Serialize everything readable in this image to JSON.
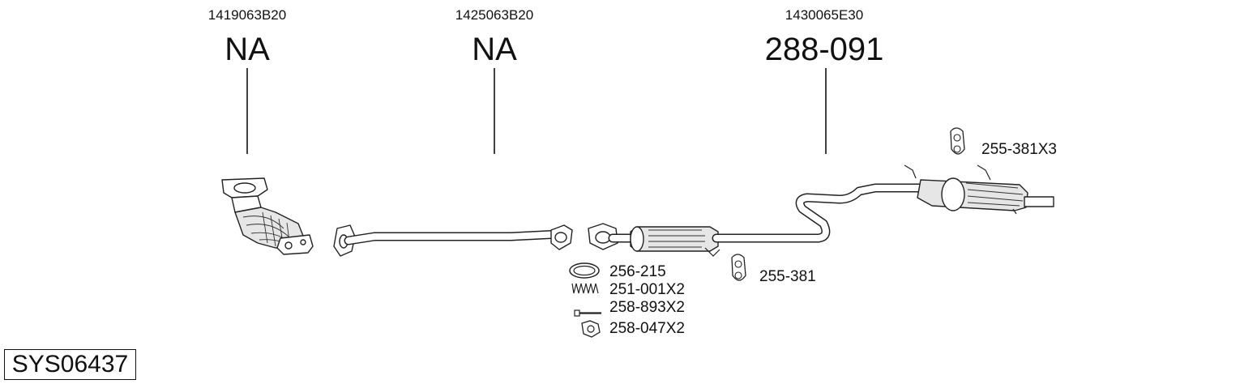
{
  "components": [
    {
      "id": "front-pipe",
      "ref_code": "1419063B20",
      "part_no": "NA"
    },
    {
      "id": "middle-pipe",
      "ref_code": "1425063B20",
      "part_no": "NA"
    },
    {
      "id": "rear-silencer",
      "ref_code": "1430065E30",
      "part_no": "288-091"
    }
  ],
  "accessories": [
    {
      "id": "gasket",
      "label": "256-215",
      "icon": "ring-gasket-icon"
    },
    {
      "id": "spring",
      "label": "251-001X2",
      "icon": "spring-icon"
    },
    {
      "id": "bolt",
      "label": "258-893X2",
      "icon": "bolt-icon"
    },
    {
      "id": "nut",
      "label": "258-047X2",
      "icon": "flange-nut-icon"
    },
    {
      "id": "hanger-mid",
      "label": "255-381",
      "icon": "rubber-hanger-icon"
    },
    {
      "id": "hanger-rear",
      "label": "255-381X3",
      "icon": "rubber-hanger-icon"
    }
  ],
  "system": {
    "code": "SYS06437"
  }
}
